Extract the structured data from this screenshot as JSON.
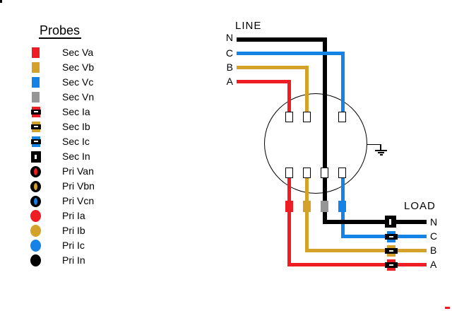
{
  "palette": {
    "red": "#EE1C23",
    "gold": "#D4A12A",
    "blue": "#1583E6",
    "gray": "#969696",
    "black": "#000000"
  },
  "legend": {
    "title": "Probes",
    "items": [
      {
        "label": "Sec Va",
        "icon": "secondary-voltage-icon",
        "color": "red"
      },
      {
        "label": "Sec Vb",
        "icon": "secondary-voltage-icon",
        "color": "gold"
      },
      {
        "label": "Sec Vc",
        "icon": "secondary-voltage-icon",
        "color": "blue"
      },
      {
        "label": "Sec Vn",
        "icon": "secondary-voltage-icon",
        "color": "gray"
      },
      {
        "label": "Sec Ia",
        "icon": "secondary-current-icon",
        "color": "red"
      },
      {
        "label": "Sec Ib",
        "icon": "secondary-current-icon",
        "color": "gold"
      },
      {
        "label": "Sec Ic",
        "icon": "secondary-current-icon",
        "color": "blue"
      },
      {
        "label": "Sec In",
        "icon": "secondary-current-neutral-icon",
        "color": "black"
      },
      {
        "label": "Pri Van",
        "icon": "primary-voltage-icon",
        "color": "red"
      },
      {
        "label": "Pri Vbn",
        "icon": "primary-voltage-icon",
        "color": "gold"
      },
      {
        "label": "Pri Vcn",
        "icon": "primary-voltage-icon",
        "color": "blue"
      },
      {
        "label": "Pri Ia",
        "icon": "primary-current-icon",
        "color": "red"
      },
      {
        "label": "Pri Ib",
        "icon": "primary-current-icon",
        "color": "gold"
      },
      {
        "label": "Pri Ic",
        "icon": "primary-current-icon",
        "color": "blue"
      },
      {
        "label": "Pri In",
        "icon": "primary-current-icon",
        "color": "black"
      }
    ]
  },
  "line_section": {
    "title": "LINE",
    "labels": [
      "N",
      "C",
      "B",
      "A"
    ]
  },
  "load_section": {
    "title": "LOAD",
    "labels": [
      "N",
      "C",
      "B",
      "A"
    ]
  }
}
